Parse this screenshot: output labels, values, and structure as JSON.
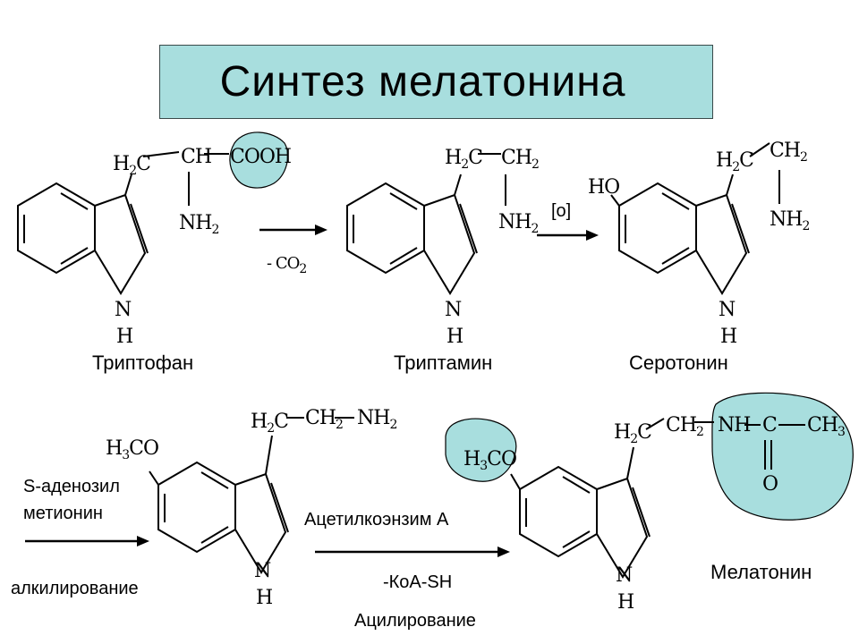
{
  "title": "Синтез мелатонина",
  "colors": {
    "title_bg": "#a8dede",
    "highlight": "#a8dede"
  },
  "labels": {
    "tryptophan": "Триптофан",
    "tryptamine": "Триптамин",
    "serotonin": "Серотонин",
    "melatonin": "Мелатонин"
  },
  "reagents": {
    "decarboxylation": "- CO2",
    "oxidation": "[o]",
    "sam_line1": "S-аденозил",
    "sam_line2": "метионин",
    "alkylation": "алкилирование",
    "acetyl_coa": "Ацетилкоэнзим А",
    "coa_sh": "-КоА-SH",
    "acylation": "Ацилирование"
  },
  "formulas": {
    "h2c": "H2C",
    "ch": "CH",
    "cooh": "COOH",
    "nh2": "NH2",
    "ch2": "CH2",
    "n": "N",
    "h": "H",
    "ho": "HO",
    "h3co": "H3CO",
    "nh": "NH",
    "c": "C",
    "ch3": "CH3",
    "o": "O"
  }
}
